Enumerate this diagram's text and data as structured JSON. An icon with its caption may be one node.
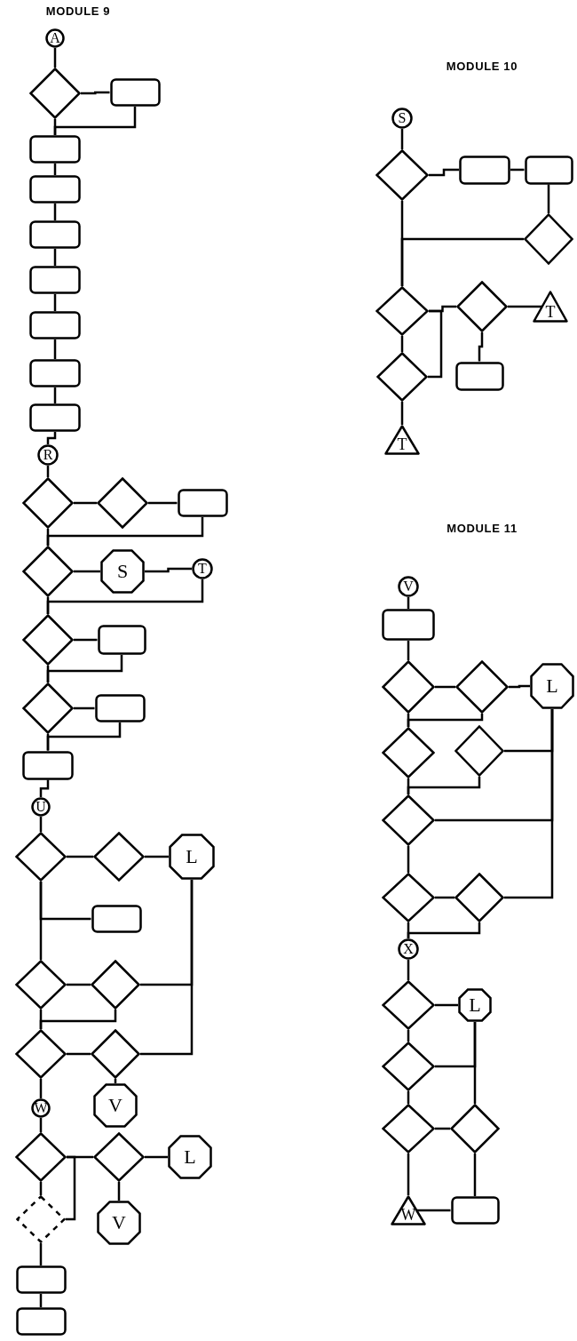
{
  "diagram": {
    "nodes": [
      {
        "text": [
          "A"
        ]
      },
      {
        "text": [],
        "shape": "diamond"
      },
      {
        "text": [],
        "shape": "box"
      },
      {
        "text": [],
        "shape": "box"
      },
      {
        "text": [],
        "shape": "box"
      },
      {
        "text": [],
        "shape": "box"
      },
      {
        "text": [],
        "shape": "box"
      },
      {
        "text": [],
        "shape": "box"
      },
      {
        "text": [],
        "shape": "box"
      },
      {
        "text": [],
        "shape": "box"
      },
      {
        "text": [
          "R"
        ]
      },
      {
        "text": [],
        "shape": "diamond"
      },
      {
        "text": [],
        "shape": "diamond"
      },
      {
        "text": [],
        "shape": "box"
      },
      {
        "text": [],
        "shape": "diamond"
      },
      {
        "text": [
          "S"
        ]
      },
      {
        "text": [
          "T"
        ]
      },
      {
        "text": [],
        "shape": "diamond"
      },
      {
        "text": [],
        "shape": "box"
      },
      {
        "text": [],
        "shape": "diamond"
      },
      {
        "text": [],
        "shape": "box"
      },
      {
        "text": [],
        "shape": "box"
      },
      {
        "text": [
          "U"
        ]
      },
      {
        "text": [],
        "shape": "diamond"
      },
      {
        "text": [],
        "shape": "diamond"
      },
      {
        "text": [
          "L"
        ]
      },
      {
        "text": [],
        "shape": "box"
      },
      {
        "text": [],
        "shape": "diamond"
      },
      {
        "text": [],
        "shape": "diamond"
      },
      {
        "text": [],
        "shape": "diamond"
      },
      {
        "text": [],
        "shape": "diamond"
      },
      {
        "text": [
          "V"
        ]
      },
      {
        "text": [
          "W"
        ]
      },
      {
        "text": [],
        "shape": "diamond"
      },
      {
        "text": [],
        "shape": "diamond"
      },
      {
        "text": [
          "L"
        ]
      },
      {
        "text": [
          "V"
        ]
      },
      {
        "text": [],
        "shape": "diamond"
      },
      {
        "text": [],
        "shape": "box"
      },
      {
        "text": [],
        "shape": "box"
      },
      {
        "text": [
          "S"
        ]
      },
      {
        "text": [],
        "shape": "diamond"
      },
      {
        "text": [],
        "shape": "box"
      },
      {
        "text": [],
        "shape": "box"
      },
      {
        "text": [],
        "shape": "diamond"
      },
      {
        "text": [],
        "shape": "diamond"
      },
      {
        "text": [],
        "shape": "diamond"
      },
      {
        "text": [
          "T"
        ]
      },
      {
        "text": [],
        "shape": "diamond"
      },
      {
        "text": [],
        "shape": "box"
      },
      {
        "text": [
          "T"
        ]
      },
      {
        "text": [
          "V"
        ]
      },
      {
        "text": [],
        "shape": "box"
      },
      {
        "text": [],
        "shape": "diamond"
      },
      {
        "text": [],
        "shape": "diamond"
      },
      {
        "text": [
          "L"
        ]
      },
      {
        "text": [],
        "shape": "diamond"
      },
      {
        "text": [],
        "shape": "diamond"
      },
      {
        "text": [],
        "shape": "diamond"
      },
      {
        "text": [],
        "shape": "diamond"
      },
      {
        "text": [],
        "shape": "diamond"
      },
      {
        "text": [
          "X"
        ]
      },
      {
        "text": [],
        "shape": "diamond"
      },
      {
        "text": [
          "L"
        ]
      },
      {
        "text": [],
        "shape": "diamond"
      },
      {
        "text": [],
        "shape": "diamond"
      },
      {
        "text": [],
        "shape": "diamond"
      },
      {
        "text": [
          "W"
        ]
      },
      {
        "text": [],
        "shape": "box"
      }
    ],
    "edges": [
      {
        "from": 0,
        "to": 1,
        "arrow": "none"
      },
      {
        "from": 1,
        "to": 2,
        "arrow": "none"
      },
      {
        "from": 2,
        "to": 3,
        "arrow": "none"
      },
      {
        "from": 1,
        "to": 3,
        "arrow": "none"
      },
      {
        "from": 3,
        "to": 4,
        "arrow": "none"
      },
      {
        "from": 4,
        "to": 5,
        "arrow": "none"
      },
      {
        "from": 5,
        "to": 6,
        "arrow": "none"
      },
      {
        "from": 6,
        "to": 7,
        "arrow": "none"
      },
      {
        "from": 7,
        "to": 8,
        "arrow": "none"
      },
      {
        "from": 8,
        "to": 9,
        "arrow": "none"
      },
      {
        "from": 9,
        "to": 10,
        "arrow": "none"
      },
      {
        "from": 10,
        "to": 11,
        "arrow": "none"
      },
      {
        "from": 11,
        "to": 12,
        "arrow": "none"
      },
      {
        "from": 12,
        "to": 13,
        "arrow": "none"
      },
      {
        "from": 13,
        "to": 14,
        "arrow": "none"
      },
      {
        "from": 11,
        "to": 14,
        "arrow": "none"
      },
      {
        "from": 14,
        "to": 15,
        "arrow": "none"
      },
      {
        "from": 15,
        "to": 16,
        "arrow": "none"
      },
      {
        "from": 16,
        "to": 17,
        "arrow": "none"
      },
      {
        "from": 14,
        "to": 17,
        "arrow": "none"
      },
      {
        "from": 17,
        "to": 18,
        "arrow": "none"
      },
      {
        "from": 18,
        "to": 19,
        "arrow": "none"
      },
      {
        "from": 17,
        "to": 19,
        "arrow": "none"
      },
      {
        "from": 19,
        "to": 20,
        "arrow": "none"
      },
      {
        "from": 20,
        "to": 21,
        "arrow": "none"
      },
      {
        "from": 19,
        "to": 21,
        "arrow": "none"
      },
      {
        "from": 21,
        "to": 22,
        "arrow": "none"
      },
      {
        "from": 22,
        "to": 23,
        "arrow": "none"
      },
      {
        "from": 23,
        "to": 24,
        "arrow": "none"
      },
      {
        "from": 24,
        "to": 25,
        "arrow": "none"
      },
      {
        "from": 23,
        "to": 26,
        "arrow": "none"
      },
      {
        "from": 23,
        "to": 27,
        "arrow": "none"
      },
      {
        "from": 27,
        "to": 28,
        "arrow": "none"
      },
      {
        "from": 25,
        "to": 28,
        "arrow": "none"
      },
      {
        "from": 28,
        "to": 29,
        "arrow": "none"
      },
      {
        "from": 27,
        "to": 29,
        "arrow": "none"
      },
      {
        "from": 29,
        "to": 30,
        "arrow": "none"
      },
      {
        "from": 25,
        "to": 30,
        "arrow": "none"
      },
      {
        "from": 30,
        "to": 31,
        "arrow": "none"
      },
      {
        "from": 29,
        "to": 32,
        "arrow": "none"
      },
      {
        "from": 32,
        "to": 33,
        "arrow": "none"
      },
      {
        "from": 33,
        "to": 34,
        "arrow": "none"
      },
      {
        "from": 34,
        "to": 35,
        "arrow": "none"
      },
      {
        "from": 34,
        "to": 36,
        "arrow": "none"
      },
      {
        "from": 33,
        "to": 37,
        "arrow": "none"
      },
      {
        "from": 33,
        "to": 37,
        "arrow": "none"
      },
      {
        "from": 37,
        "to": 38,
        "arrow": "none"
      },
      {
        "from": 38,
        "to": 39,
        "arrow": "none"
      },
      {
        "from": 40,
        "to": 41,
        "arrow": "none"
      },
      {
        "from": 41,
        "to": 42,
        "arrow": "none"
      },
      {
        "from": 42,
        "to": 43,
        "arrow": "none"
      },
      {
        "from": 43,
        "to": 44,
        "arrow": "none"
      },
      {
        "from": 44,
        "to": 45,
        "arrow": "none"
      },
      {
        "from": 41,
        "to": 45,
        "arrow": "none"
      },
      {
        "from": 45,
        "to": 46,
        "arrow": "none"
      },
      {
        "from": 46,
        "to": 47,
        "arrow": "none"
      },
      {
        "from": 46,
        "to": 49,
        "arrow": "none"
      },
      {
        "from": 45,
        "to": 48,
        "arrow": "none"
      },
      {
        "from": 45,
        "to": 48,
        "arrow": "none"
      },
      {
        "from": 48,
        "to": 50,
        "arrow": "none"
      },
      {
        "from": 51,
        "to": 52,
        "arrow": "none"
      },
      {
        "from": 52,
        "to": 53,
        "arrow": "none"
      },
      {
        "from": 53,
        "to": 54,
        "arrow": "none"
      },
      {
        "from": 54,
        "to": 55,
        "arrow": "none"
      },
      {
        "from": 54,
        "to": 56,
        "arrow": "none"
      },
      {
        "from": 53,
        "to": 56,
        "arrow": "none"
      },
      {
        "from": 55,
        "to": 57,
        "arrow": "none"
      },
      {
        "from": 56,
        "to": 58,
        "arrow": "none"
      },
      {
        "from": 57,
        "to": 58,
        "arrow": "none"
      },
      {
        "from": 55,
        "to": 58,
        "arrow": "none"
      },
      {
        "from": 58,
        "to": 59,
        "arrow": "none"
      },
      {
        "from": 59,
        "to": 60,
        "arrow": "none"
      },
      {
        "from": 55,
        "to": 60,
        "arrow": "none"
      },
      {
        "from": 60,
        "to": 61,
        "arrow": "none"
      },
      {
        "from": 59,
        "to": 61,
        "arrow": "none"
      },
      {
        "from": 61,
        "to": 62,
        "arrow": "none"
      },
      {
        "from": 62,
        "to": 63,
        "arrow": "none"
      },
      {
        "from": 63,
        "to": 64,
        "arrow": "none"
      },
      {
        "from": 62,
        "to": 64,
        "arrow": "none"
      },
      {
        "from": 64,
        "to": 65,
        "arrow": "none"
      },
      {
        "from": 65,
        "to": 66,
        "arrow": "none"
      },
      {
        "from": 63,
        "to": 66,
        "arrow": "none"
      },
      {
        "from": 66,
        "to": 68,
        "arrow": "none"
      },
      {
        "from": 65,
        "to": 67,
        "arrow": "none"
      },
      {
        "from": 67,
        "to": 68,
        "arrow": "none"
      }
    ],
    "labels": [
      "MODULE 9",
      "MODULE 10",
      "MODULE 11"
    ]
  }
}
